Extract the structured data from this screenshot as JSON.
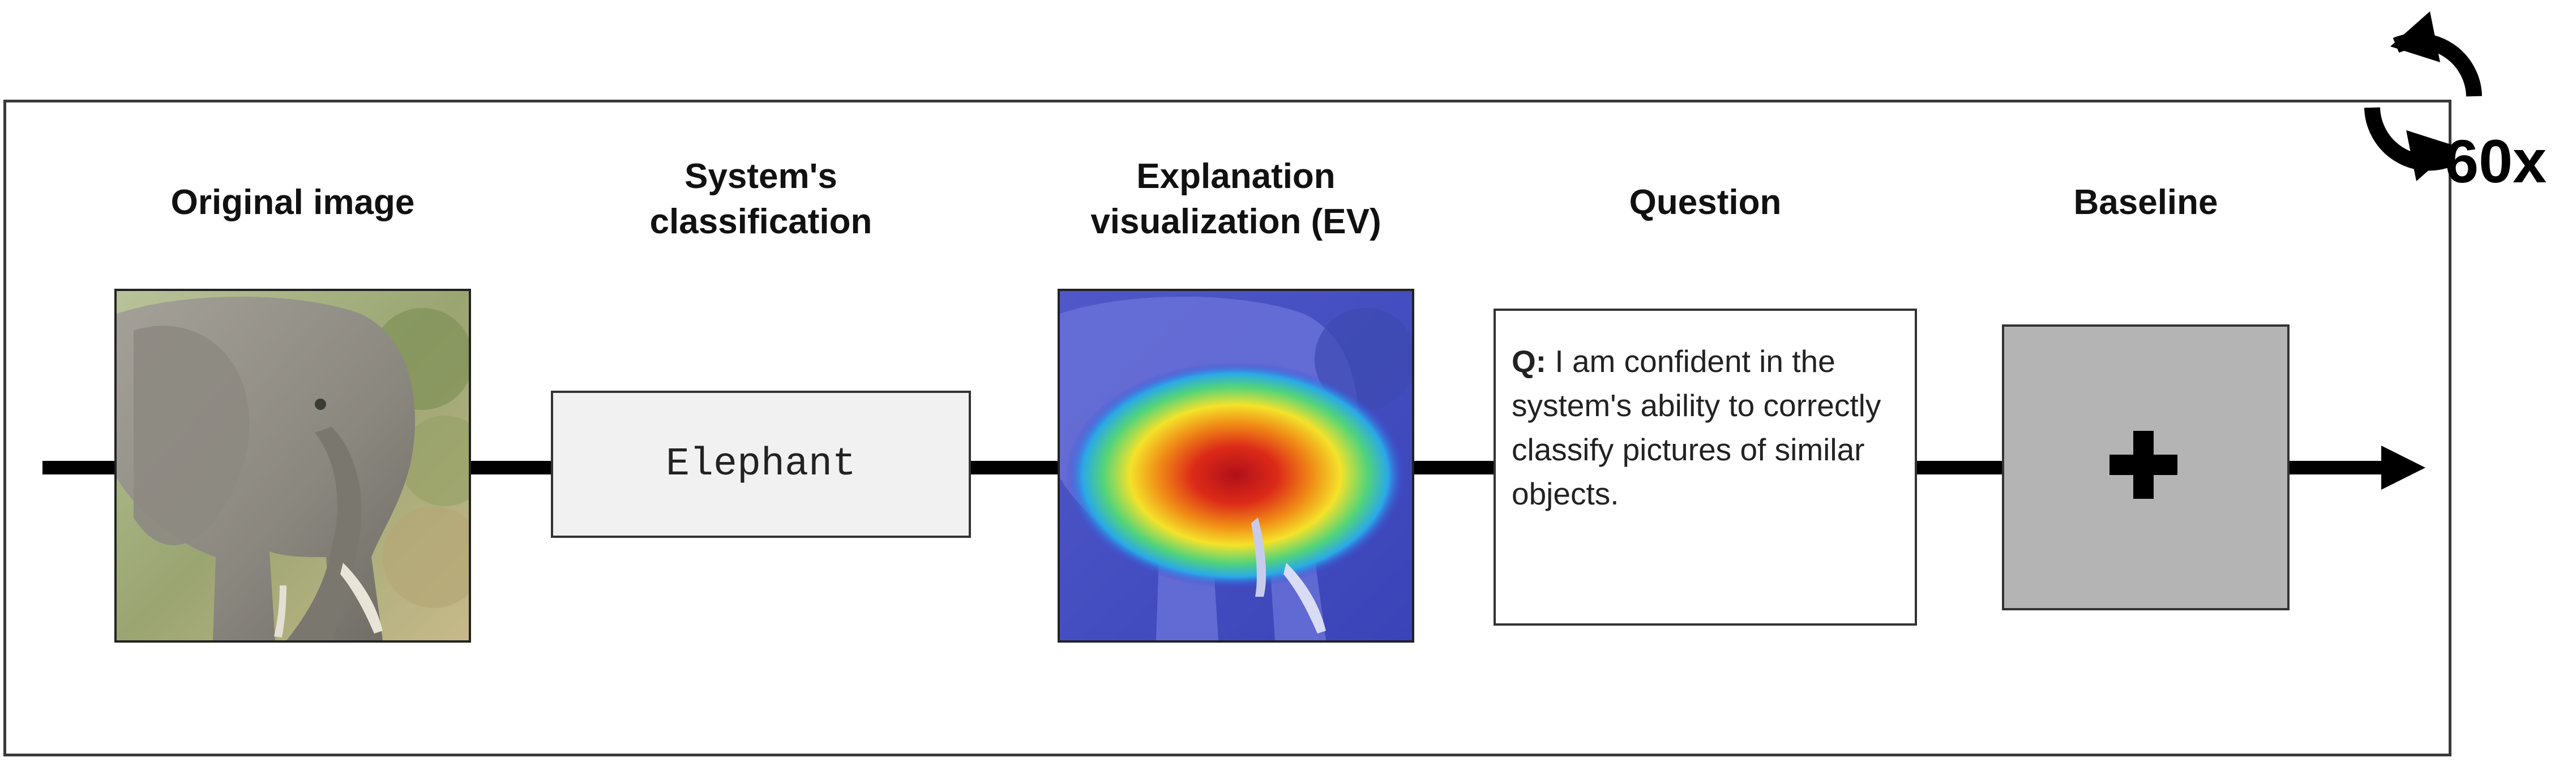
{
  "stages": {
    "original": {
      "heading": "Original image"
    },
    "classification": {
      "heading": "System's\nclassification",
      "label": "Elephant"
    },
    "explanation": {
      "heading": "Explanation\nvisualization (EV)"
    },
    "question": {
      "heading": "Question",
      "prefix": "Q:",
      "text": " I am confident in the system's ability to correctly classify pictures of similar objects."
    },
    "baseline": {
      "heading": "Baseline"
    }
  },
  "repeat": {
    "count": "60x",
    "icon": "repeat-cycle-icon"
  },
  "icons": {
    "baseline_symbol": "plus-icon",
    "flow": "arrow-right-icon"
  },
  "colors": {
    "heatmap_hot": "#c0141a",
    "heatmap_cool": "#2a3fd0",
    "baseline_gray": "#b4b4b4"
  }
}
